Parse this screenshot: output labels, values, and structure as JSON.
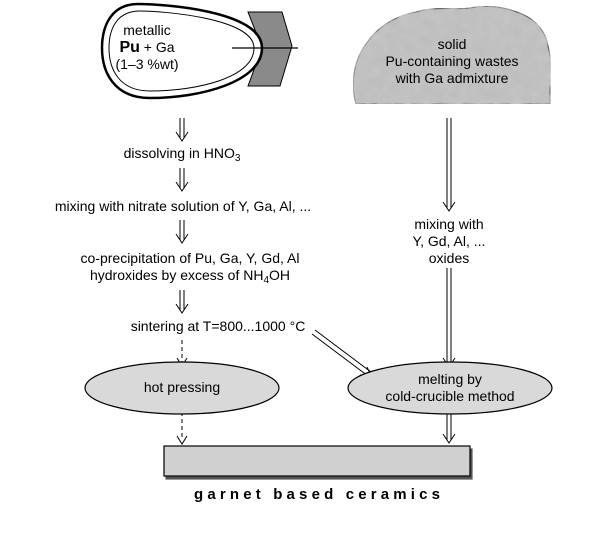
{
  "source_metal": {
    "line1": "metallic",
    "pu": "Pu",
    "plus_ga": " + Ga",
    "line3": "(1–3 %wt)"
  },
  "source_waste": {
    "line1": "solid",
    "line2": "Pu-containing wastes",
    "line3": "with Ga admixture"
  },
  "steps": {
    "dissolving": {
      "text": "dissolving in HNO",
      "sub": "3"
    },
    "mixing_nitrate": "mixing with nitrate solution of Y, Ga, Al, ...",
    "coprecipitation": {
      "line1": "co-precipitation of Pu, Ga, Y, Gd, Al",
      "line2_pre": "hydroxides by excess of NH",
      "line2_sub": "4",
      "line2_post": "OH"
    },
    "sintering": "sintering at T=800...1000 °C",
    "mixing_oxides": {
      "line1": "mixing with",
      "line2": "Y, Gd, Al, ...",
      "line3": "oxides"
    }
  },
  "processes": {
    "hot_pressing": "hot pressing",
    "melting": {
      "line1": "melting by",
      "line2": "cold-crucible method"
    }
  },
  "result": "g a r n e t   b a s e d   c e r a m i c s"
}
